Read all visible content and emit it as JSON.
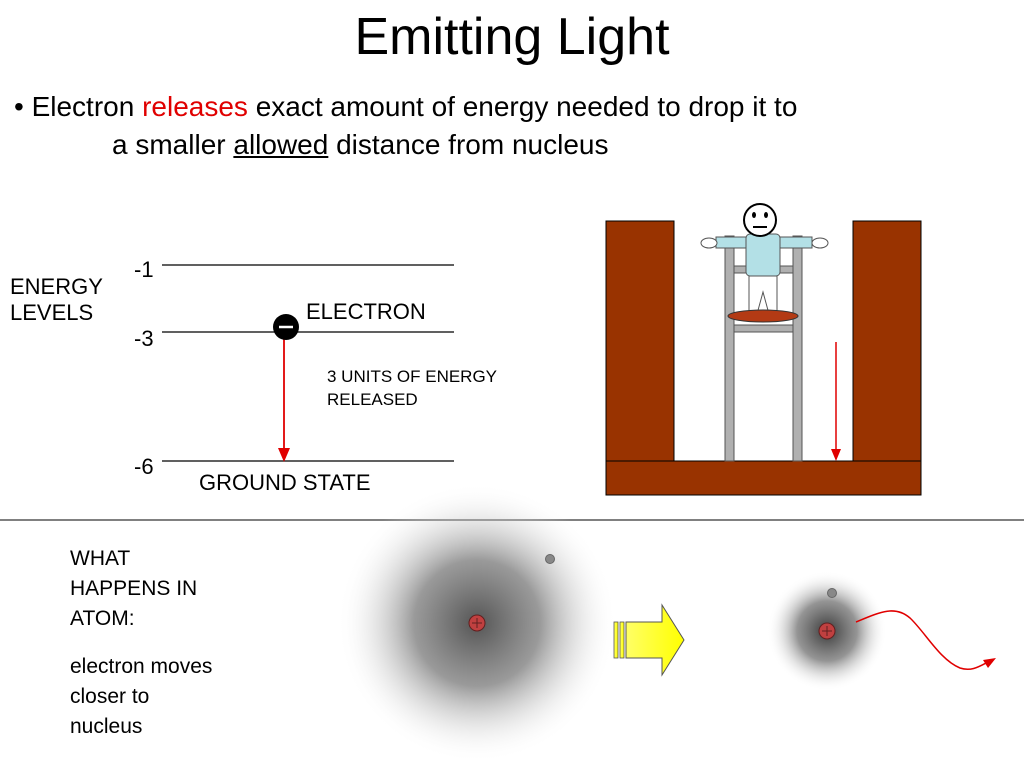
{
  "slide": {
    "title": "Emitting Light",
    "bullet": {
      "prefix": "• Electron ",
      "highlight": "releases",
      "middle": " exact amount of energy needed to drop it to",
      "line2_prefix": "a smaller ",
      "line2_underlined": "allowed",
      "line2_suffix": " distance from nucleus"
    }
  },
  "energy_diagram": {
    "axis_label_line1": "ENERGY",
    "axis_label_line2": "LEVELS",
    "levels": [
      {
        "label": "-1",
        "value": -1
      },
      {
        "label": "-3",
        "value": -3
      },
      {
        "label": "-6",
        "value": -6
      }
    ],
    "electron_label": "ELECTRON",
    "energy_note_line1": "3 UNITS OF ENERGY",
    "energy_note_line2": "RELEASED",
    "ground_state_label": "GROUND STATE",
    "electron_symbol": "–",
    "arrow_color": "#e00000"
  },
  "ladder_illustration": {
    "wall_color": "#993300",
    "shirt_color": "#b3e0e6",
    "pole_color": "#b0b0b0",
    "arrow_color": "#e00000"
  },
  "atom_section": {
    "heading_line1": "WHAT",
    "heading_line2": "HAPPENS IN",
    "heading_line3": "ATOM:",
    "caption_line1": "electron moves",
    "caption_line2": "closer to",
    "caption_line3": "nucleus",
    "transition_arrow_color": "#ffff00",
    "nucleus_color": "#c04040",
    "emission_color": "#e00000"
  }
}
